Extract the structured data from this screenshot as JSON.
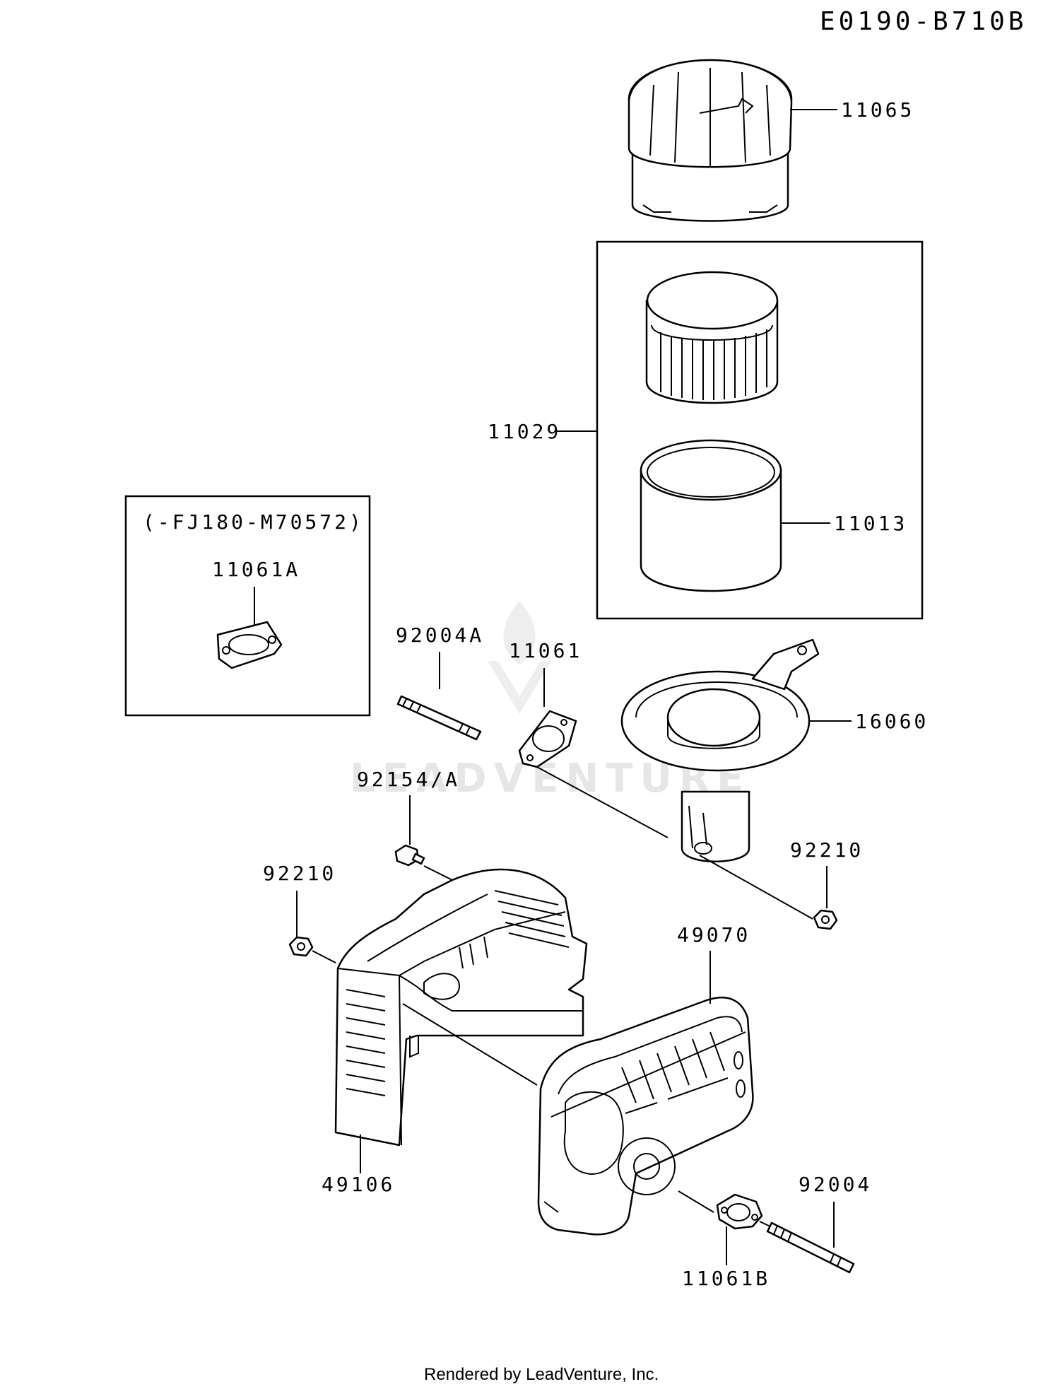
{
  "diagram_ref": "E0190-B710B",
  "inset_note": "(-FJ180-M70572)",
  "watermark_text": "LEADVENTURE",
  "footer": "Rendered by LeadVenture, Inc.",
  "parts": {
    "p11065": "11065",
    "p11029": "11029",
    "p11013": "11013",
    "p11061A": "11061A",
    "p92004A": "92004A",
    "p11061": "11061",
    "p16060": "16060",
    "p92154A": "92154/A",
    "p92210_right": "92210",
    "p92210_left": "92210",
    "p49070": "49070",
    "p49106": "49106",
    "p92004": "92004",
    "p11061B": "11061B"
  },
  "colors": {
    "line": "#000000",
    "background": "#ffffff",
    "watermark": "#e6e6e6"
  }
}
